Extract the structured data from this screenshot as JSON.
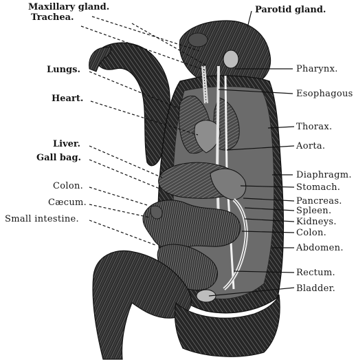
{
  "labels_left": [
    {
      "key": "maxillary",
      "text": "Maxillary gland."
    },
    {
      "key": "trachea",
      "text": "Trachea."
    },
    {
      "key": "lungs",
      "text": "Lungs."
    },
    {
      "key": "heart",
      "text": "Heart."
    },
    {
      "key": "liver",
      "text": "Liver."
    },
    {
      "key": "gallbag",
      "text": "Gall bag."
    },
    {
      "key": "colon_l",
      "text": "Colon."
    },
    {
      "key": "caecum",
      "text": "Cæcum."
    },
    {
      "key": "small_int",
      "text": "Small intestine."
    }
  ],
  "labels_right": [
    {
      "key": "parotid",
      "text": "Parotid gland."
    },
    {
      "key": "pharynx",
      "text": "Pharynx."
    },
    {
      "key": "esophagous",
      "text": "Esophagous"
    },
    {
      "key": "thorax",
      "text": "Thorax."
    },
    {
      "key": "aorta",
      "text": "Aorta."
    },
    {
      "key": "diaphragm",
      "text": "Diaphragm."
    },
    {
      "key": "stomach",
      "text": "Stomach."
    },
    {
      "key": "pancreas",
      "text": "Pancreas."
    },
    {
      "key": "spleen",
      "text": "Spleen."
    },
    {
      "key": "kidneys",
      "text": "Kidneys."
    },
    {
      "key": "colon_r",
      "text": "Colon."
    },
    {
      "key": "abdomen",
      "text": "Abdomen."
    },
    {
      "key": "rectum",
      "text": "Rectum."
    },
    {
      "key": "bladder",
      "text": "Bladder."
    }
  ]
}
